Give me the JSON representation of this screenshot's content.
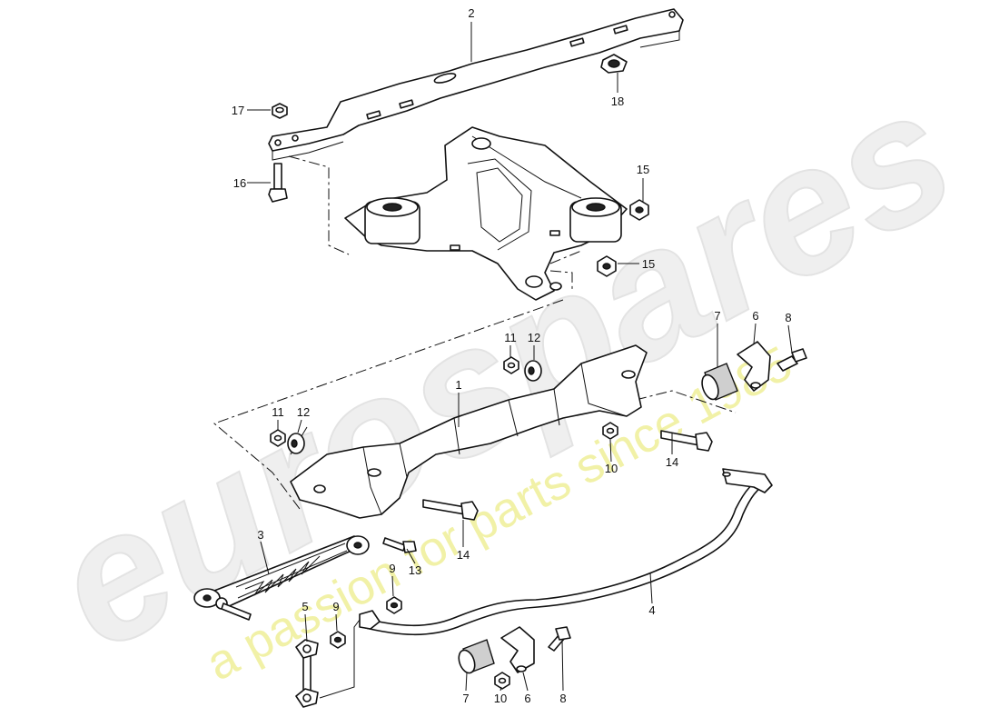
{
  "watermark": {
    "logo": "eurospares",
    "tagline": "a passion for parts since 1985",
    "logo_color": "#efefef",
    "tagline_color": "#eded8a"
  },
  "callouts": {
    "c1": "1",
    "c2": "2",
    "c3": "3",
    "c4": "4",
    "c5": "5",
    "c6a": "6",
    "c6b": "6",
    "c7a": "7",
    "c7b": "7",
    "c8a": "8",
    "c8b": "8",
    "c9a": "9",
    "c9b": "9",
    "c10a": "10",
    "c10b": "10",
    "c11a": "11",
    "c11b": "11",
    "c12a": "12",
    "c12b": "12",
    "c13": "13",
    "c14a": "14",
    "c14b": "14",
    "c15a": "15",
    "c15b": "15",
    "c16": "16",
    "c17": "17",
    "c18": "18"
  }
}
